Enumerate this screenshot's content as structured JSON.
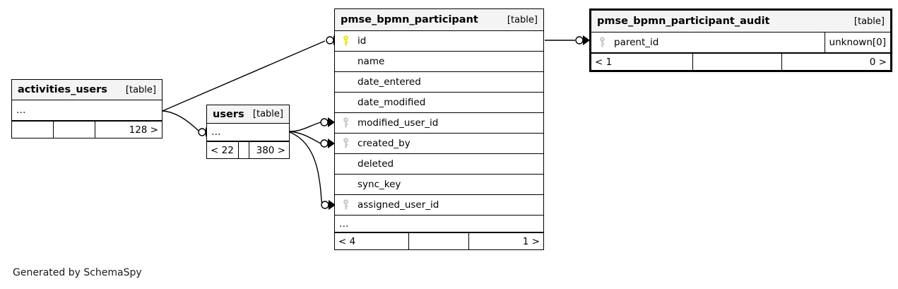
{
  "diagram": {
    "generator_note": "Generated by SchemaSpy",
    "table_tag": "[table]",
    "ellipsis": "…"
  },
  "tables": [
    {
      "id": "activities_users",
      "name": "activities_users",
      "tag": "[table]",
      "thick_border": false,
      "rows": [
        {
          "label": "…",
          "kind": "ellipsis",
          "key": "none",
          "type": ""
        }
      ],
      "footer": {
        "left": "",
        "middle": "",
        "right": "128 >"
      }
    },
    {
      "id": "users",
      "name": "users",
      "tag": "[table]",
      "thick_border": false,
      "rows": [
        {
          "label": "…",
          "kind": "ellipsis",
          "key": "none",
          "type": ""
        }
      ],
      "footer": {
        "left": "< 22",
        "middle": "",
        "right": "380 >"
      }
    },
    {
      "id": "pmse_bpmn_participant",
      "name": "pmse_bpmn_participant",
      "tag": "[table]",
      "thick_border": false,
      "rows": [
        {
          "label": "id",
          "kind": "column",
          "key": "primary",
          "type": ""
        },
        {
          "label": "name",
          "kind": "column",
          "key": "none",
          "type": ""
        },
        {
          "label": "date_entered",
          "kind": "column",
          "key": "none",
          "type": ""
        },
        {
          "label": "date_modified",
          "kind": "column",
          "key": "none",
          "type": ""
        },
        {
          "label": "modified_user_id",
          "kind": "column",
          "key": "foreign",
          "type": ""
        },
        {
          "label": "created_by",
          "kind": "column",
          "key": "foreign",
          "type": ""
        },
        {
          "label": "deleted",
          "kind": "column",
          "key": "none",
          "type": ""
        },
        {
          "label": "sync_key",
          "kind": "column",
          "key": "none",
          "type": ""
        },
        {
          "label": "assigned_user_id",
          "kind": "column",
          "key": "foreign",
          "type": ""
        },
        {
          "label": "…",
          "kind": "ellipsis",
          "key": "none",
          "type": ""
        }
      ],
      "footer": {
        "left": "< 4",
        "middle": "",
        "right": "1 >"
      }
    },
    {
      "id": "pmse_bpmn_participant_audit",
      "name": "pmse_bpmn_participant_audit",
      "tag": "[table]",
      "thick_border": true,
      "rows": [
        {
          "label": "parent_id",
          "kind": "column",
          "key": "foreign",
          "type": "unknown[0]"
        }
      ],
      "footer": {
        "left": "< 1",
        "middle": "",
        "right": "0 >"
      }
    }
  ],
  "relationships": [
    {
      "from": "activities_users",
      "to": "pmse_bpmn_participant.id",
      "style": "straight"
    },
    {
      "from": "activities_users",
      "to": "users",
      "style": "curved"
    },
    {
      "from": "users",
      "to": "pmse_bpmn_participant.modified_user_id",
      "style": "curved"
    },
    {
      "from": "users",
      "to": "pmse_bpmn_participant.created_by",
      "style": "curved"
    },
    {
      "from": "users",
      "to": "pmse_bpmn_participant.assigned_user_id",
      "style": "curved"
    },
    {
      "from": "pmse_bpmn_participant.id",
      "to": "pmse_bpmn_participant_audit.parent_id",
      "style": "straight"
    }
  ],
  "colors": {
    "primary_key": "#e8e80e",
    "foreign_key": "#c8c8c8",
    "header_bg": "#f4f4f4",
    "line": "#000000",
    "background": "#ffffff"
  },
  "icons": {
    "primary_key": "key-icon",
    "foreign_key": "key-icon"
  }
}
